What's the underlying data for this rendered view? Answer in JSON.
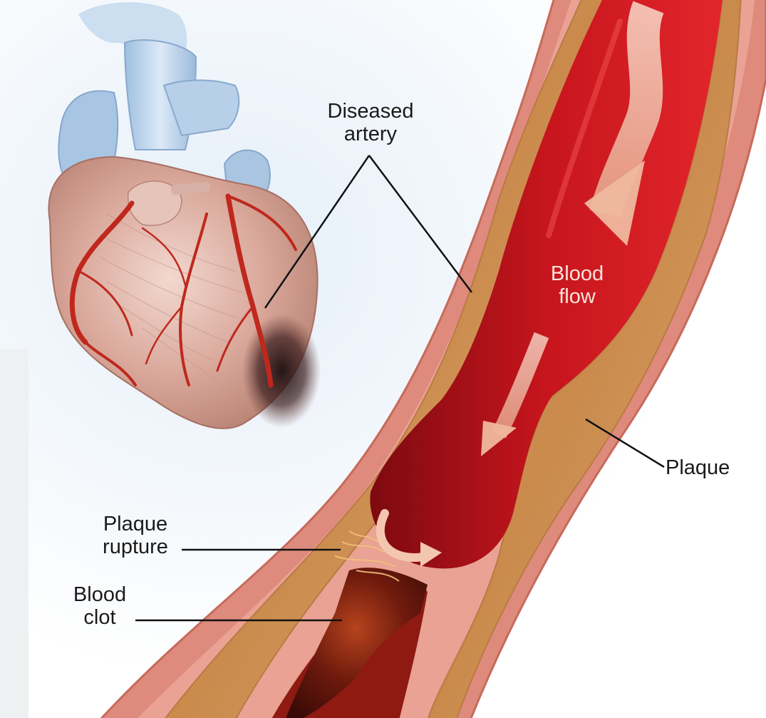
{
  "labels": {
    "diseased_artery": {
      "line1": "Diseased",
      "line2": "artery"
    },
    "blood_flow": {
      "line1": "Blood",
      "line2": "flow"
    },
    "plaque": "Plaque",
    "plaque_rupture": {
      "line1": "Plaque",
      "line2": "rupture"
    },
    "blood_clot": {
      "line1": "Blood",
      "line2": "clot"
    }
  },
  "colors": {
    "heart_muscle": "#d9a79a",
    "coronary_artery": "#c0281d",
    "aorta": "#b9d3ec",
    "artery_wall": "#de8a7c",
    "plaque": "#d79a5c",
    "blood": "#b3121a",
    "clot": "#6e1a0d",
    "flow_arrow": "#f3c6b0"
  },
  "icons": [
    "heart-illustration",
    "artery-cross-section",
    "flow-arrow",
    "swirl-arrow"
  ]
}
